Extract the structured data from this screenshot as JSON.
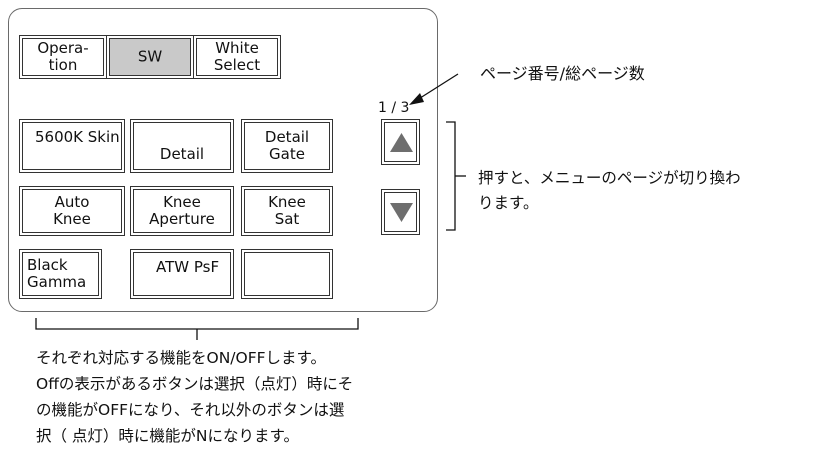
{
  "tabs": {
    "operation": [
      "Opera-",
      "tion"
    ],
    "sw": "SW",
    "white_select": [
      "White",
      "Select"
    ]
  },
  "buttons": {
    "skin": "5600K Skin",
    "detail": "Detail",
    "detail_gate": [
      "Detail",
      "Gate"
    ],
    "auto_knee": [
      "Auto",
      "Knee"
    ],
    "knee_aperture": [
      "Knee",
      "Aperture"
    ],
    "knee_sat": [
      "Knee",
      "Sat"
    ],
    "black_gamma": [
      "Black",
      "Gamma"
    ],
    "atw_psf": "ATW PsF",
    "empty": ""
  },
  "page_indicator": "1 / 3",
  "annotations": {
    "page_number": "ページ番号/総ページ数",
    "page_switch": [
      "押すと、メニューのページが切り換わ",
      "ります。"
    ],
    "buttons_desc": [
      "それぞれ対応する機能をON/OFFします。",
      "Offの表示があるボタンは選択（点灯）時にそ",
      "の機能がOFFになり、それ以外のボタンは選",
      "択（ 点灯）時に機能がNになります。"
    ]
  },
  "colors": {
    "selected_button": "#c9c9c9",
    "arrow_fill": "#6e6e6e"
  },
  "icons": {
    "up": "triangle-up",
    "down": "triangle-down"
  }
}
